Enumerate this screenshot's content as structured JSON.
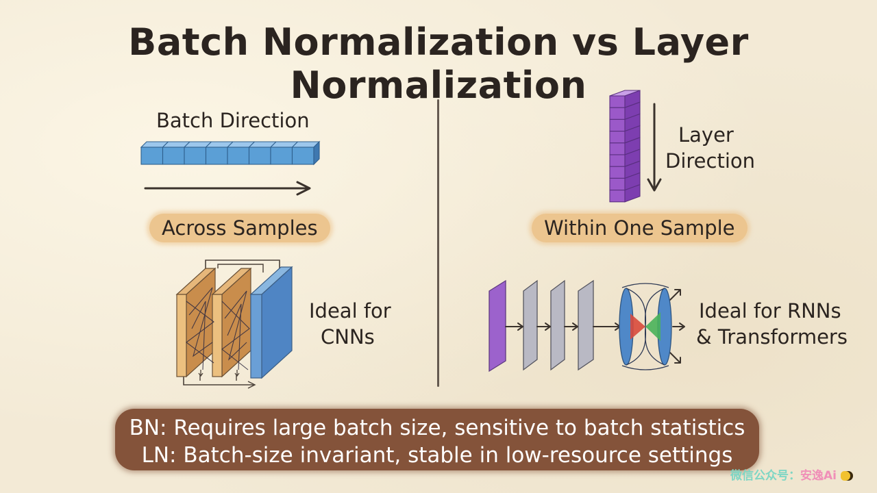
{
  "title": "Batch Normalization vs Layer Normalization",
  "left": {
    "direction_label": "Batch Direction",
    "scope_label": "Across Samples",
    "ideal_line1": "Ideal for",
    "ideal_line2": "CNNs"
  },
  "right": {
    "direction_line1": "Layer",
    "direction_line2": "Direction",
    "scope_label": "Within One Sample",
    "ideal_line1": "Ideal for RNNs",
    "ideal_line2": "& Transformers"
  },
  "summary": {
    "bn": "BN: Requires large batch size, sensitive to batch statistics",
    "ln": "LN: Batch-size invariant, stable in low-resource settings"
  },
  "watermark": {
    "prefix": "微信公众号：",
    "brand": "安逸Ai"
  },
  "colors": {
    "background": "#f3ead6",
    "batch_cells": "#5b9fd6",
    "layer_cells": "#9b59c9",
    "highlight": "#ecc58f",
    "summary_box": "#84533a"
  },
  "icons": [
    "arrow-right-icon",
    "arrow-down-icon",
    "cnn-icon",
    "transformer-icon",
    "bee-icon"
  ]
}
